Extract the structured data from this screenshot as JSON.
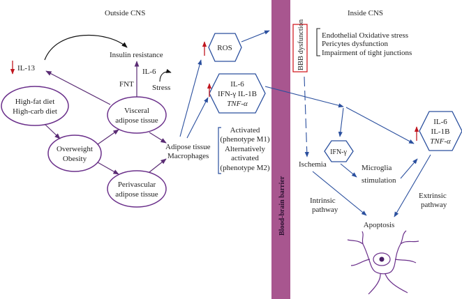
{
  "headers": {
    "outside": "Outside CNS",
    "inside": "Inside CNS"
  },
  "barrier": {
    "label": "Blood-brain barrier",
    "color": "#a8568f"
  },
  "nodes": {
    "diet": [
      "High-fat diet",
      "High-carb diet"
    ],
    "overweight": [
      "Overweight",
      "Obesity"
    ],
    "visceral": [
      "Visceral",
      "adipose tissue"
    ],
    "perivascular": [
      "Perivascular",
      "adipose tissue"
    ],
    "il13": "IL-13",
    "insulin": "Insulin resistance",
    "fnt": "FNT",
    "il6_out": "IL-6",
    "stress": "Stress",
    "macrophages": [
      "Adipose tissue",
      "Macrophages"
    ],
    "activated": [
      "Activated",
      "(phenotype M1)",
      "Alternatively",
      "activated",
      "(phenotype M2)"
    ],
    "ros": "ROS",
    "cytokines_out": [
      "IL-6",
      "IFN-γ IL-1B",
      "TNF-α"
    ],
    "bbb": "BBB dysfunction",
    "bbb_effects": [
      "Endothelial Oxidative stress",
      "Pericytes dysfunction",
      "Impairment of tight junctions"
    ],
    "ifn": "IFN-γ",
    "ischemia": "Ischemia",
    "microglia": [
      "Microglia",
      "stimulation"
    ],
    "cytokines_in": [
      "IL-6",
      "IL-1B",
      "TNF-α"
    ],
    "intrinsic": [
      "Intrinsic",
      "pathway"
    ],
    "extrinsic": [
      "Extrinsic",
      "pathway"
    ],
    "apoptosis": "Apoptosis"
  },
  "colors": {
    "blue_arrow": "#2a4f9e",
    "purple_arrow": "#5a2c74",
    "ellipse_stroke": "#6a2f8a",
    "indicator_red": "#c0161f",
    "neuron": "#6a2f8a"
  }
}
